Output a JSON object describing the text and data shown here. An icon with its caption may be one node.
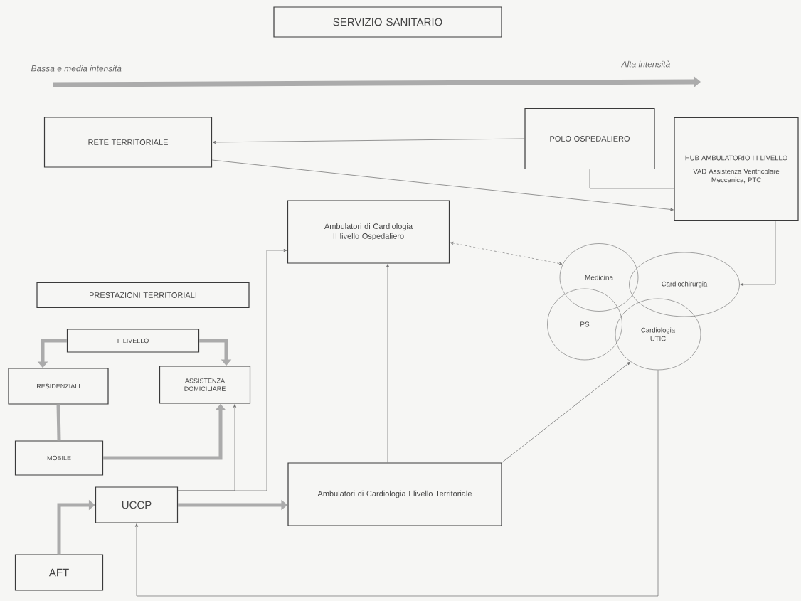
{
  "diagram": {
    "nodes": [
      {
        "text": [
          "SERVIZIO SANITARIO"
        ]
      },
      {
        "text": [
          "RETE TERRITORIALE"
        ]
      },
      {
        "text": [
          "POLO OSPEDALIERO"
        ]
      },
      {
        "text": [
          "HUB AMBULATORIO III LIVELLO",
          "VAD Assistenza Ventricolare Meccanica, PTC"
        ]
      },
      {
        "text": [
          "Ambulatori di Cardiologia II livello Ospedaliero"
        ]
      },
      {
        "text": [
          "Medicina"
        ]
      },
      {
        "text": [
          "Cardiochirurgia"
        ]
      },
      {
        "text": [
          "PS"
        ]
      },
      {
        "text": [
          "Cardiologia UTIC"
        ]
      },
      {
        "text": [
          "PRESTAZIONI TERRITORIALI"
        ]
      },
      {
        "text": [
          "II LIVELLO"
        ]
      },
      {
        "text": [
          "RESIDENZIALI"
        ]
      },
      {
        "text": [
          "ASSISTENZA DOMICILIARE"
        ]
      },
      {
        "text": [
          "MOBILE"
        ]
      },
      {
        "text": [
          "UCCP"
        ]
      },
      {
        "text": [
          "AFT"
        ]
      },
      {
        "text": [
          "Ambulatori di Cardiologia I livello Territoriale"
        ]
      }
    ],
    "edges": [
      {
        "from": 2,
        "to": 1,
        "arrow": "to"
      },
      {
        "from": 1,
        "to": 3,
        "arrow": "to"
      },
      {
        "from": 2,
        "to": 3,
        "arrow": "none"
      },
      {
        "from": 3,
        "to": 6,
        "arrow": "to"
      },
      {
        "from": 4,
        "to": 5,
        "arrow": "both",
        "style": "dashed"
      },
      {
        "from": 16,
        "to": 4,
        "arrow": "to"
      },
      {
        "from": 16,
        "to": 8,
        "arrow": "to"
      },
      {
        "from": 8,
        "to": 14,
        "arrow": "to"
      },
      {
        "from": 14,
        "to": 16,
        "arrow": "to",
        "style": "thick"
      },
      {
        "from": 15,
        "to": 14,
        "arrow": "to",
        "style": "thick"
      },
      {
        "from": 13,
        "to": 12,
        "arrow": "to",
        "style": "thick"
      },
      {
        "from": 11,
        "to": 13,
        "arrow": "none",
        "style": "thick"
      },
      {
        "from": 10,
        "to": 11,
        "arrow": "to",
        "style": "thick"
      },
      {
        "from": 10,
        "to": 12,
        "arrow": "to",
        "style": "thick"
      },
      {
        "from": 14,
        "to": 12,
        "arrow": "to"
      },
      {
        "from": 14,
        "to": 4,
        "arrow": "to"
      }
    ],
    "labels": [
      "Bassa e media intensità",
      "Alta intensità"
    ]
  }
}
